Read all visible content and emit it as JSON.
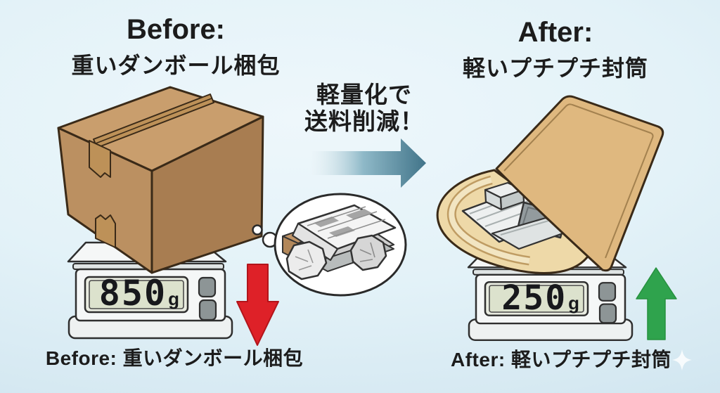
{
  "header": {
    "before": {
      "title": "Before:",
      "subtitle": "重いダンボール梱包"
    },
    "after": {
      "title": "After:",
      "subtitle": "軽いプチプチ封筒"
    }
  },
  "transition": {
    "line1": "軽量化で",
    "line2": "送料削減！"
  },
  "scales": {
    "before": {
      "value": "850",
      "unit": "g"
    },
    "after": {
      "value": "250",
      "unit": "g"
    }
  },
  "captions": {
    "before": "Before: 重いダンボール梱包",
    "after": "After: 軽いプチプチ封筒"
  },
  "icons": {
    "transition": "right-arrow-icon",
    "before_trend": "down-arrow-icon",
    "after_trend": "up-arrow-icon",
    "corner_decoration": "sparkle-icon",
    "before_item": "cardboard-box",
    "after_item": "bubble-mailer-envelope",
    "thought": "crumpled-newspaper-thought-bubble",
    "weighing_device": "digital-kitchen-scale"
  },
  "colors": {
    "background": "#e3f1f8",
    "text": "#1c1c1c",
    "red_arrow": "#de2128",
    "green_arrow": "#2fa34d",
    "teal_arrow": "#417489",
    "cardboard_top": "#c99e6d",
    "cardboard_side": "#a87d51",
    "envelope_body": "#dfb87f",
    "envelope_flap": "#eed9a8",
    "lcd_screen": "#dce2cd",
    "scale_body": "#f5f7f7"
  }
}
